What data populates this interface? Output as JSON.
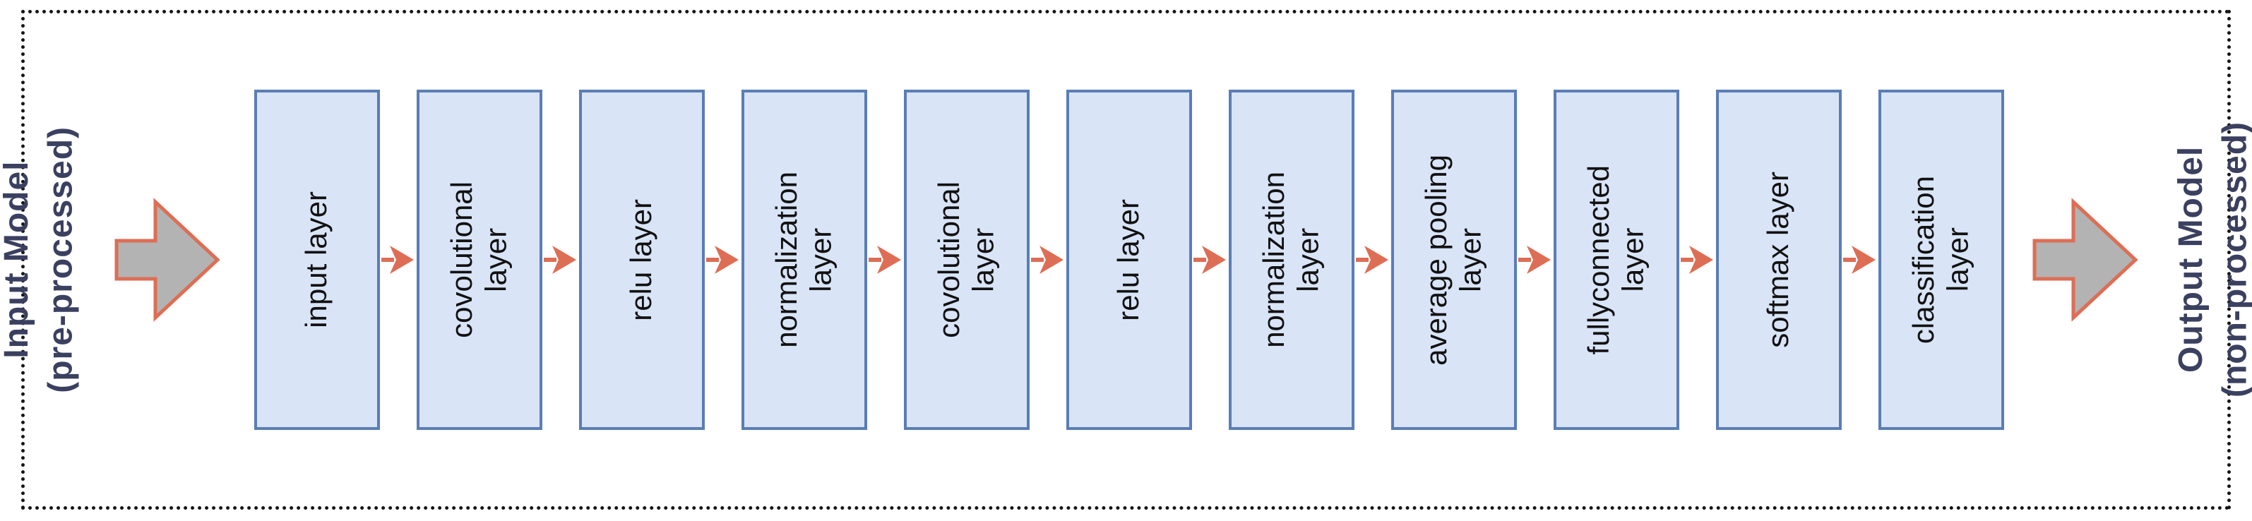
{
  "diagram": {
    "input_label": "Input Model\n(pre-processed)",
    "output_label": "Output Model\n(non-processed)",
    "layers": [
      {
        "label": "input layer"
      },
      {
        "label": "covolutional\nlayer"
      },
      {
        "label": "relu layer"
      },
      {
        "label": "normalization\nlayer"
      },
      {
        "label": "covolutional\nlayer"
      },
      {
        "label": "relu layer"
      },
      {
        "label": "normalization\nlayer"
      },
      {
        "label": "average pooling\nlayer"
      },
      {
        "label": "fullyconnected\nlayer"
      },
      {
        "label": "softmax layer"
      },
      {
        "label": "classification\nlayer"
      }
    ],
    "icons": {
      "big_arrow": "block-arrow-right",
      "flow_arrow": "dart-arrow-right"
    },
    "colors": {
      "box_fill": "#d9e4f7",
      "box_border": "#5a7db5",
      "flow_arrow": "#dd6e55",
      "big_arrow_fill": "#b3b3b3",
      "big_arrow_border": "#dd6e55",
      "side_label_text": "#3b4060",
      "box_text": "#111111",
      "frame_border": "#161616"
    }
  }
}
